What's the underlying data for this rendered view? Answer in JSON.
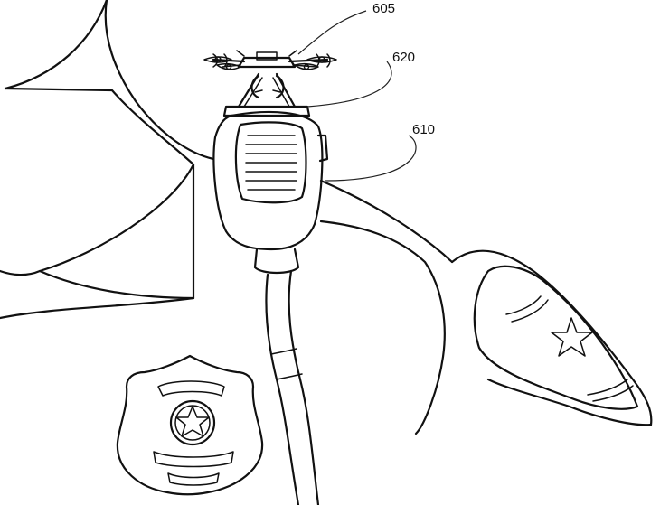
{
  "labels": {
    "drone": "605",
    "mount": "620",
    "radio": "610"
  }
}
